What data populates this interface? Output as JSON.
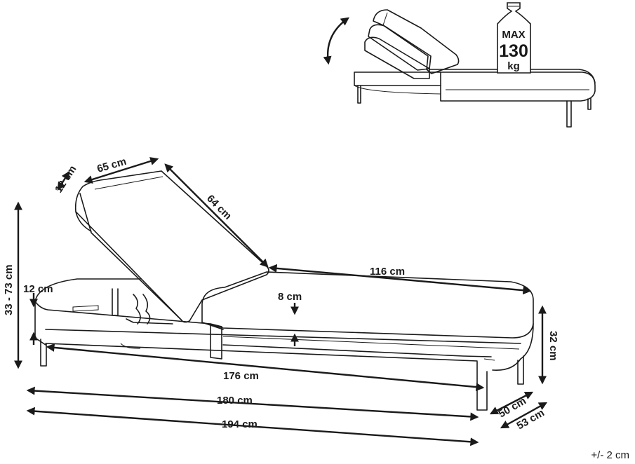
{
  "weight": {
    "line1": "MAX",
    "line2": "130",
    "line3": "kg"
  },
  "dimensions": {
    "backrest_thickness": "12 cm",
    "backrest_width": "65 cm",
    "backrest_length": "64 cm",
    "seat_length": "116 cm",
    "cushion_thickness": "8 cm",
    "frame_height": "12 cm",
    "back_height_range": "33 - 73 cm",
    "seat_height": "32 cm",
    "frame_length": "176 cm",
    "overall_frame_length": "180 cm",
    "total_length": "194 cm",
    "width_inner": "50 cm",
    "width_outer": "53 cm"
  },
  "tolerance": "+/- 2 cm"
}
